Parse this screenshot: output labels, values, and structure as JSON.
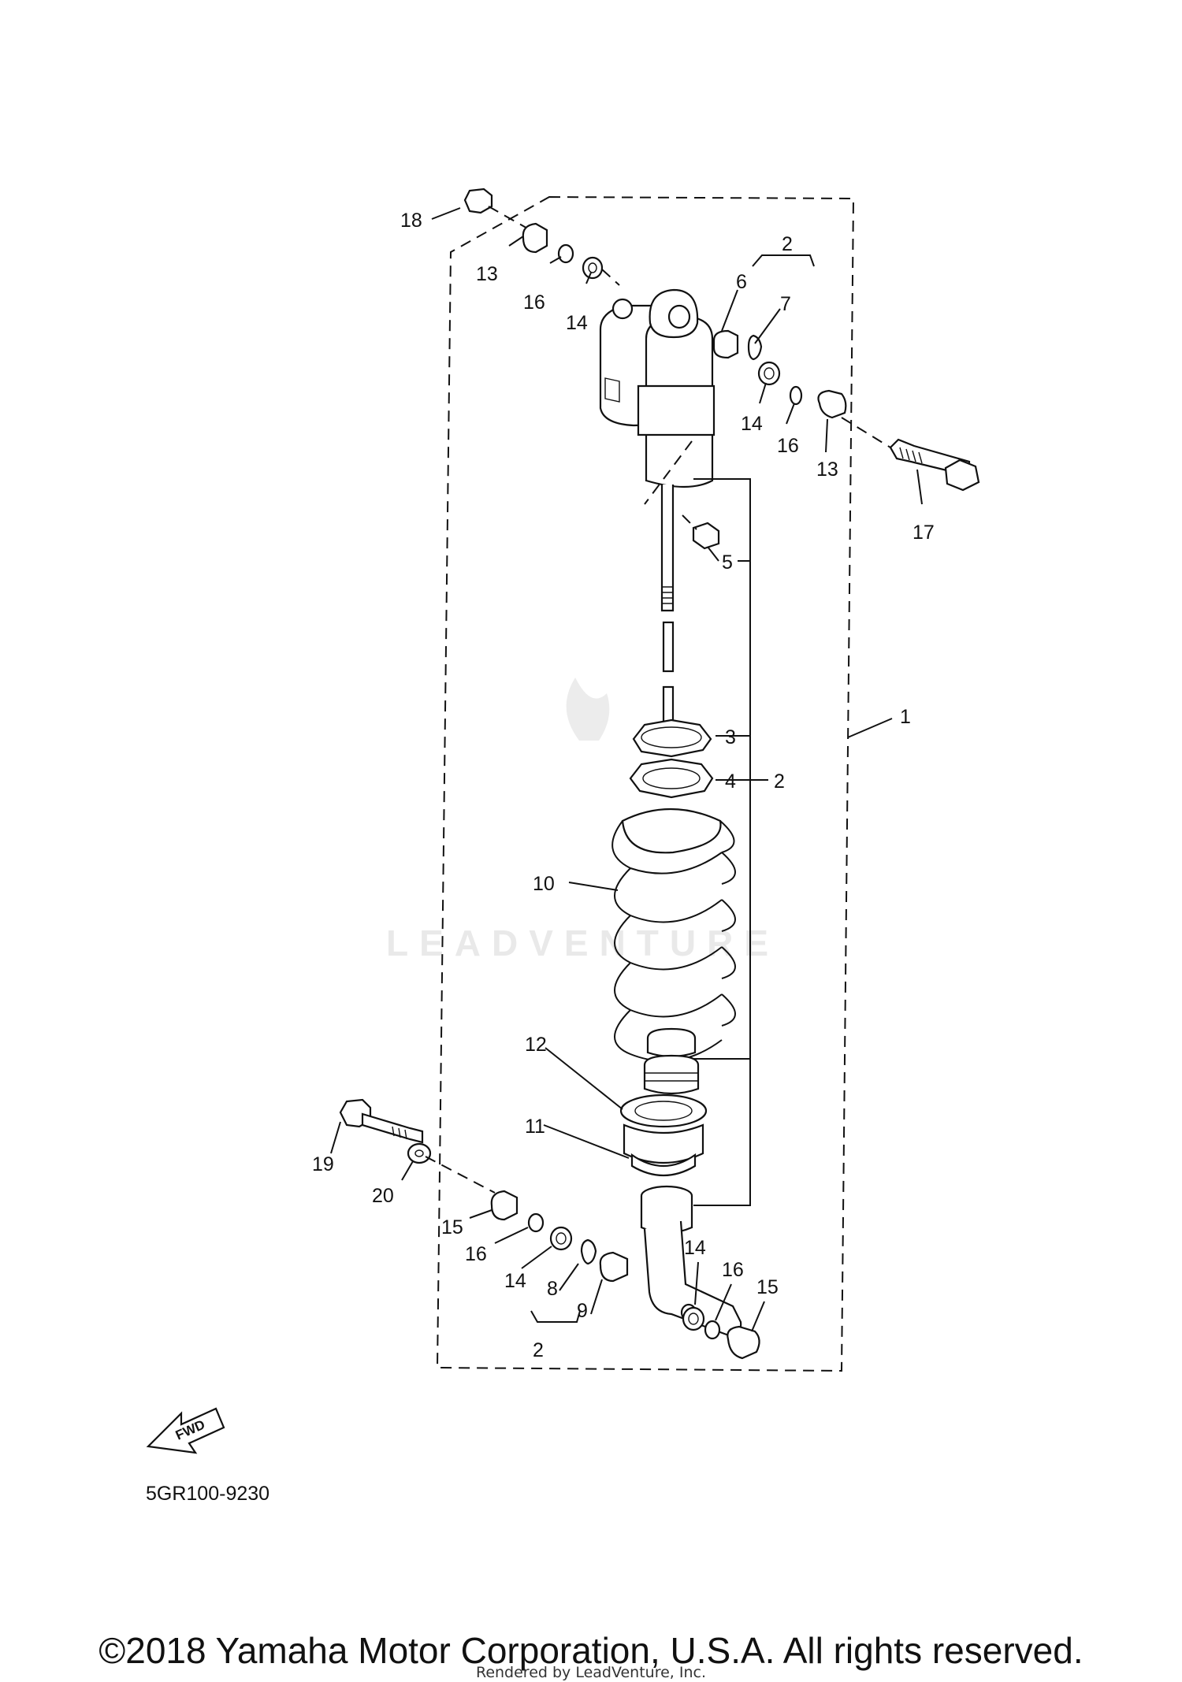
{
  "diagram": {
    "code": "5GR100-9230",
    "fwd_label": "FWD",
    "watermark": "LEADVENTURE",
    "callouts": {
      "c1": "1",
      "c2_top": "2",
      "c2_mid": "2",
      "c2_bot": "2",
      "c3": "3",
      "c4": "4",
      "c5": "5",
      "c6": "6",
      "c7": "7",
      "c8": "8",
      "c9": "9",
      "c10": "10",
      "c11": "11",
      "c12": "12",
      "c13_top": "13",
      "c13_right": "13",
      "c14_top": "14",
      "c14_right": "14",
      "c14_bl": "14",
      "c14_br": "14",
      "c15_left": "15",
      "c15_right": "15",
      "c16_top": "16",
      "c16_right": "16",
      "c16_bl": "16",
      "c16_br": "16",
      "c17": "17",
      "c18": "18",
      "c19": "19",
      "c20": "20"
    }
  },
  "footer": {
    "copyright": "©2018 Yamaha Motor Corporation, U.S.A. All rights reserved.",
    "rendered_by": "Rendered by LeadVenture, Inc."
  }
}
